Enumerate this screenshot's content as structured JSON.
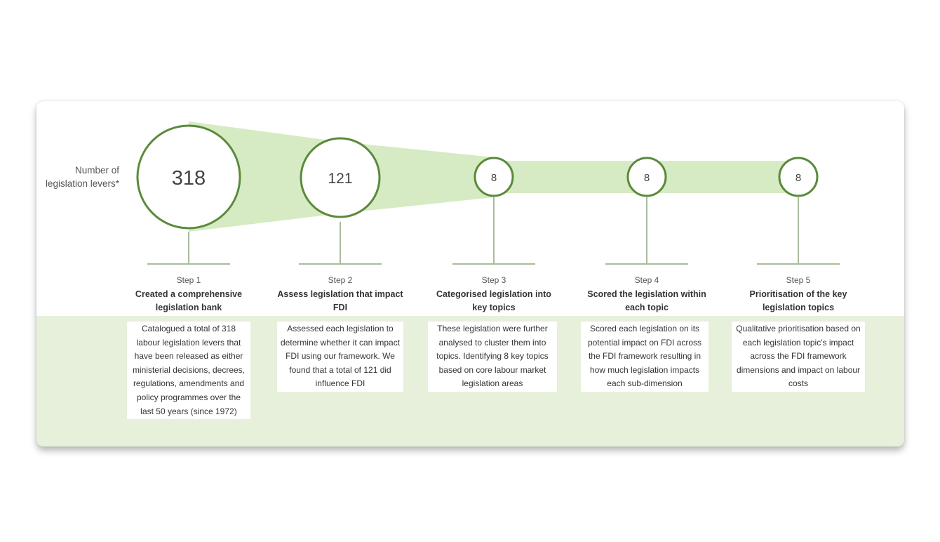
{
  "diagram": {
    "y_label": "Number of legislation levers*",
    "steps": [
      {
        "value": "318",
        "step": "Step 1",
        "title": "Created a comprehensive legislation bank",
        "description": "Catalogued a total of 318 labour legislation levers that have been released as either ministerial decisions, decrees, regulations, amendments and policy programmes over the last 50 years (since 1972)"
      },
      {
        "value": "121",
        "step": "Step 2",
        "title": "Assess legislation that impact FDI",
        "description": "Assessed each legislation to determine whether it can impact FDI using our framework. We found that a total of 121 did influence FDI"
      },
      {
        "value": "8",
        "step": "Step 3",
        "title": "Categorised legislation into key topics",
        "description": "These legislation were further analysed to cluster them into topics. Identifying 8 key topics based on core labour market legislation areas"
      },
      {
        "value": "8",
        "step": "Step 4",
        "title": "Scored the legislation within each topic",
        "description": "Scored each legislation on its potential impact on FDI across the FDI framework resulting in how much legislation impacts each sub-dimension"
      },
      {
        "value": "8",
        "step": "Step 5",
        "title": "Prioritisation of the key legislation topics",
        "description": "Qualitative prioritisation based on each legislation topic's impact across the FDI framework dimensions and impact on labour costs"
      }
    ],
    "colors": {
      "circle_stroke": "#5b8a3a",
      "funnel_fill": "#d6ebc3",
      "stem": "#8aa67a",
      "band": "#e6f0da"
    }
  }
}
